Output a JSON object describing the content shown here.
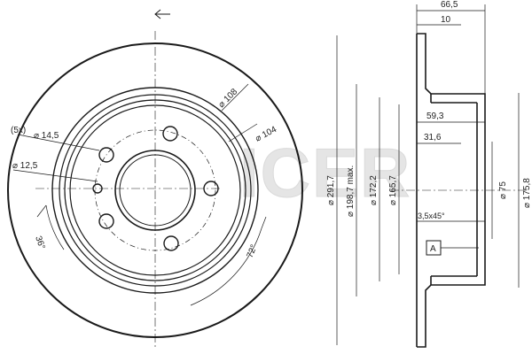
{
  "watermark": {
    "text": "ICER",
    "color": "#d9d9d9"
  },
  "front_view": {
    "hole_pattern": "(5x)",
    "hole_diameter": "⌀ 14,5",
    "center_bore": "⌀ 12,5",
    "diameter_108": "⌀ 108",
    "diameter_104": "⌀ 104",
    "angle_36": "36°",
    "angle_72": "72°"
  },
  "side_view": {
    "width_total": "66,5",
    "thickness": "10",
    "hat_depth": "59,3",
    "inner_depth": "31,6",
    "chamfer": "3,5x45°",
    "datum": "A",
    "dia_outer": "⌀ 291,7",
    "dia_max": "⌀ 198,7 max.",
    "dia_172": "⌀ 172,2",
    "dia_165": "⌀ 165,7",
    "dia_75": "⌀ 75",
    "dia_175": "⌀ 175,8"
  },
  "colors": {
    "line": "#1a1a1a",
    "thin": "#333333"
  }
}
